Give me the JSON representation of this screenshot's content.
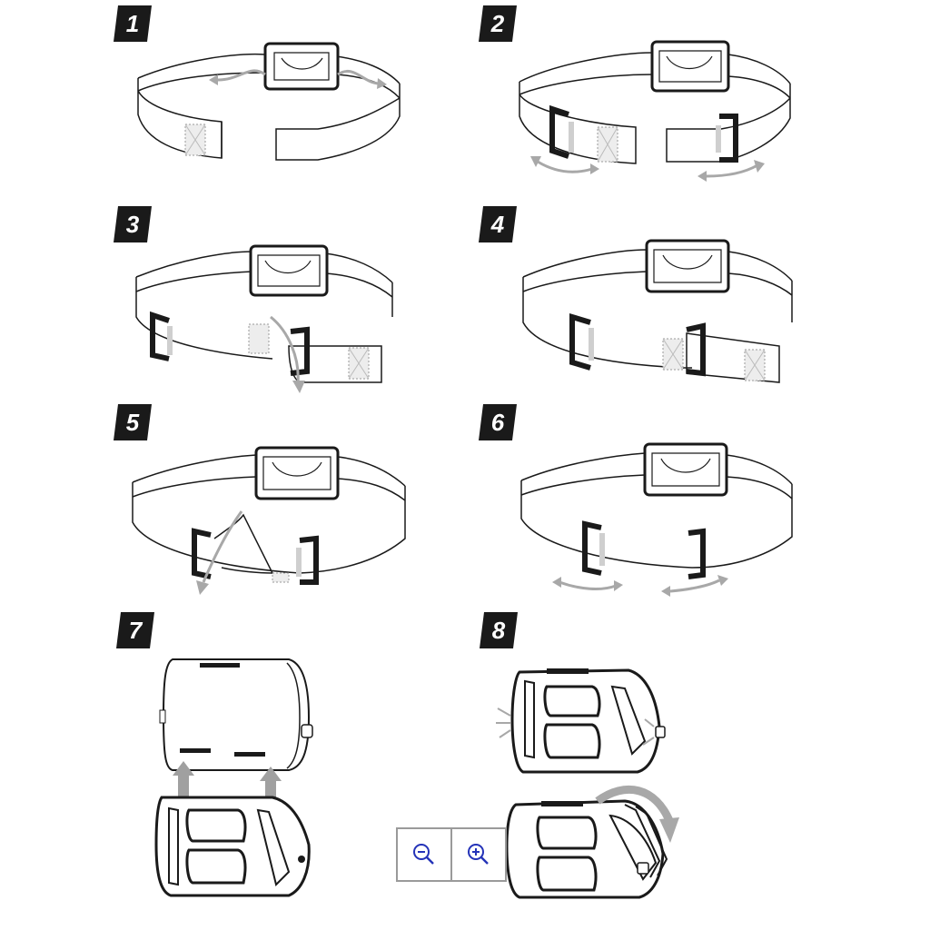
{
  "steps": [
    {
      "number": "1"
    },
    {
      "number": "2"
    },
    {
      "number": "3"
    },
    {
      "number": "4"
    },
    {
      "number": "5"
    },
    {
      "number": "6"
    },
    {
      "number": "7"
    },
    {
      "number": "8"
    }
  ],
  "badge_color": "#1a1a1a",
  "line_color": "#1a1a1a",
  "arrow_color": "#a8a8a8",
  "zoom_icon_color": "#2433b8",
  "zoom_controls": {
    "zoom_out_icon": "zoom-out-icon",
    "zoom_in_icon": "zoom-in-icon"
  }
}
